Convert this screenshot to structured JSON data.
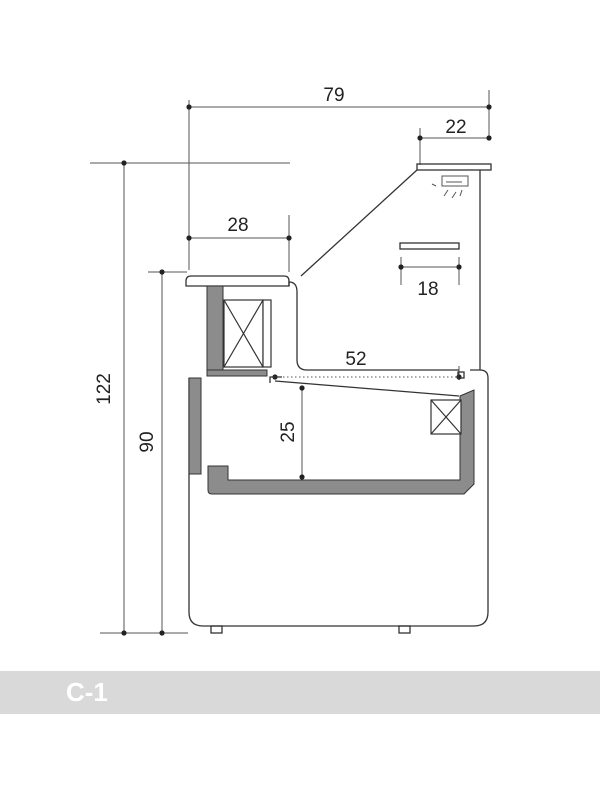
{
  "drawing": {
    "dimensions": {
      "overall_width": "79",
      "top_canopy": "22",
      "worktop_depth": "28",
      "shelf_depth": "18",
      "display_depth": "52",
      "well_depth": "25",
      "total_height": "122",
      "counter_height": "90"
    },
    "colors": {
      "line": "#333333",
      "wall_fill": "#8c8c8c",
      "band": "#d9d9d9",
      "band_text": "#ffffff"
    }
  },
  "model": {
    "label": "C-1"
  }
}
